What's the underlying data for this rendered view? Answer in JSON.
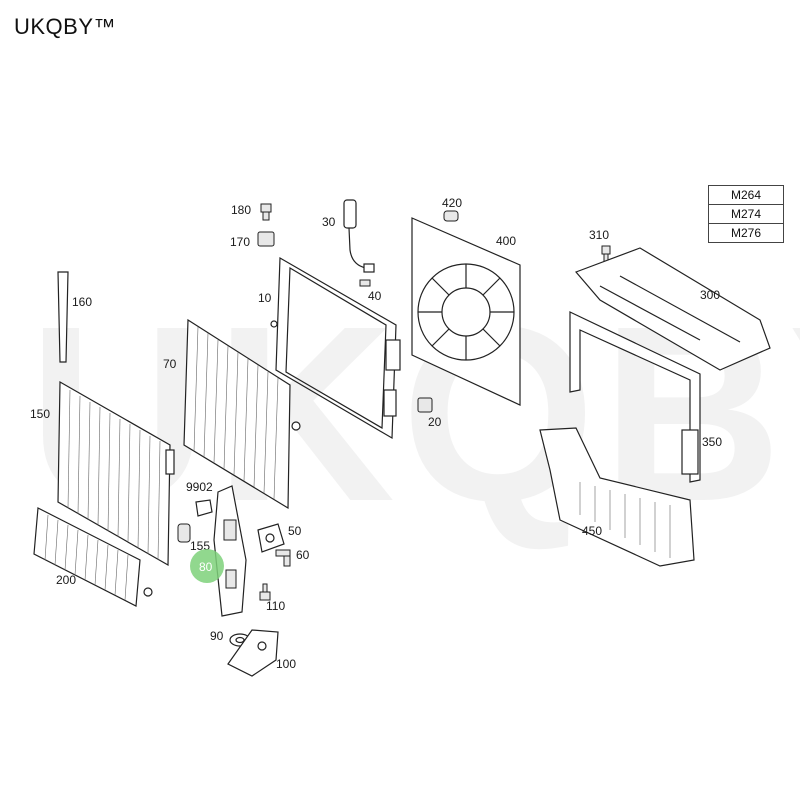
{
  "brand": "UKQBY™",
  "watermark": "UKQBY™",
  "models": [
    "M264",
    "M274",
    "M276"
  ],
  "part_labels": {
    "p10": "10",
    "p20": "20",
    "p30": "30",
    "p40": "40",
    "p50": "50",
    "p60": "60",
    "p70": "70",
    "p80": "80",
    "p90": "90",
    "p100": "100",
    "p110": "110",
    "p150": "150",
    "p155": "155",
    "p160": "160",
    "p170": "170",
    "p180": "180",
    "p200": "200",
    "p300": "300",
    "p310": "310",
    "p350": "350",
    "p400": "400",
    "p420": "420",
    "p450": "450",
    "p9902": "9902"
  },
  "highlight_color": "#7ed17a"
}
